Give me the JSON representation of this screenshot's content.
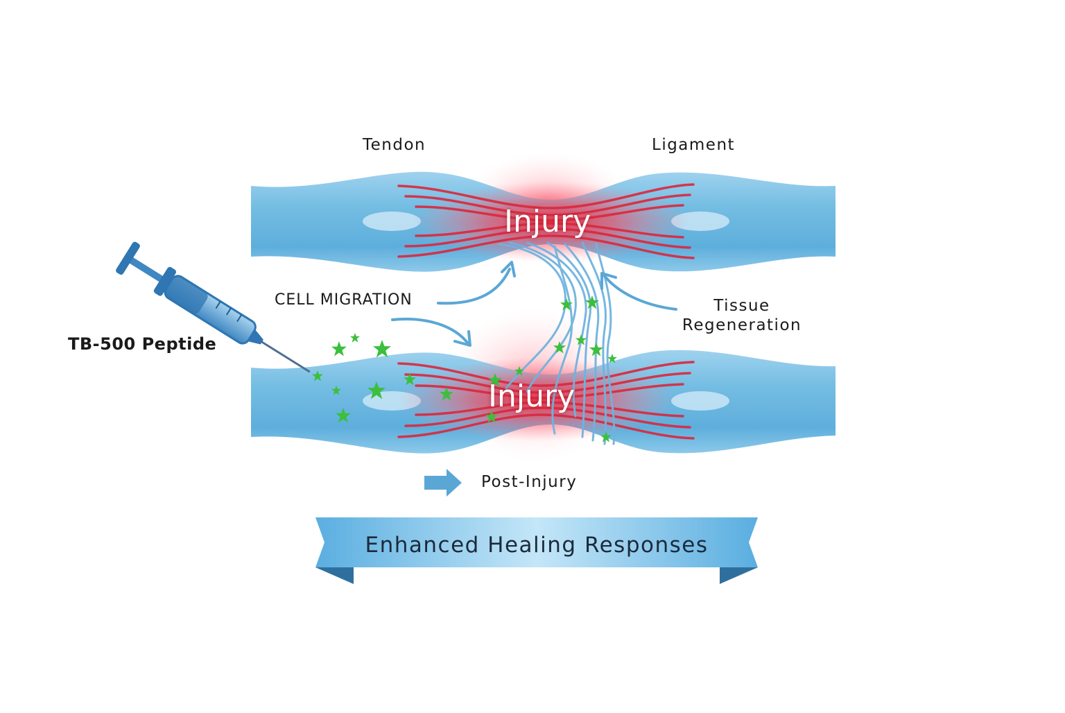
{
  "labels": {
    "tendon": "Tendon",
    "ligament": "Ligament",
    "injury_top": "Injury",
    "injury_bottom": "Injury",
    "cell_migration": "CELL MIGRATION",
    "tissue_regeneration": "Tissue Regeneration",
    "peptide": "TB-500 Peptide",
    "post_injury": "Post-Injury",
    "banner": "Enhanced Healing Responses"
  },
  "colors": {
    "tissue_blue": "#6fb8e0",
    "tissue_light": "#bfe2f4",
    "injury_red": "#e4364a",
    "fiber_red": "#d9283d",
    "star_green": "#3cbf3c",
    "syringe_blue": "#3f88c2",
    "arrow_blue": "#5aa7d6",
    "banner_blue": "#5aaee0"
  },
  "icons": [
    "syringe-icon",
    "arrow-right-icon",
    "healing-star-icon"
  ]
}
